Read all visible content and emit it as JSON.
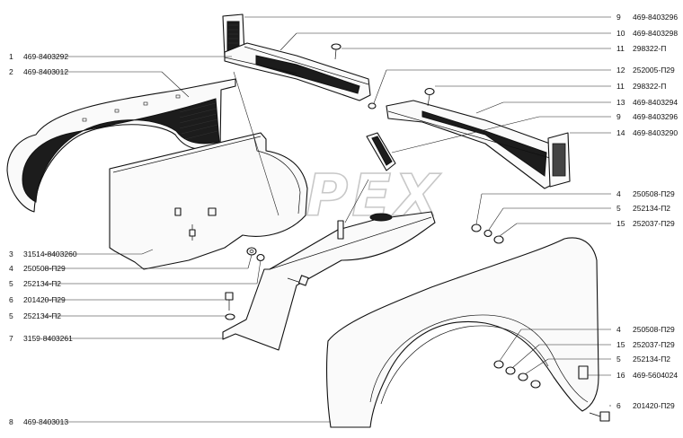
{
  "watermark": "OPEX",
  "callouts_left": [
    {
      "num": "1",
      "code": "469-8403292"
    },
    {
      "num": "2",
      "code": "469-8403012"
    },
    {
      "num": "3",
      "code": "31514-8403260"
    },
    {
      "num": "4",
      "code": "250508-П29"
    },
    {
      "num": "5",
      "code": "252134-П2"
    },
    {
      "num": "6",
      "code": "201420-П29"
    },
    {
      "num": "5",
      "code": "252134-П2"
    },
    {
      "num": "7",
      "code": "3159-8403261"
    },
    {
      "num": "8",
      "code": "469-8403013"
    }
  ],
  "callouts_right": [
    {
      "num": "9",
      "code": "469-8403296"
    },
    {
      "num": "10",
      "code": "469-8403298"
    },
    {
      "num": "11",
      "code": "298322-П"
    },
    {
      "num": "12",
      "code": "252005-П29"
    },
    {
      "num": "11",
      "code": "298322-П"
    },
    {
      "num": "13",
      "code": "469-8403294"
    },
    {
      "num": "9",
      "code": "469-8403296"
    },
    {
      "num": "14",
      "code": "469-8403290"
    },
    {
      "num": "4",
      "code": "250508-П29"
    },
    {
      "num": "5",
      "code": "252134-П2"
    },
    {
      "num": "15",
      "code": "252037-П29"
    },
    {
      "num": "4",
      "code": "250508-П29"
    },
    {
      "num": "15",
      "code": "252037-П29"
    },
    {
      "num": "5",
      "code": "252134-П2"
    },
    {
      "num": "16",
      "code": "469-5604024"
    },
    {
      "num": "6",
      "code": "201420-П29"
    }
  ]
}
